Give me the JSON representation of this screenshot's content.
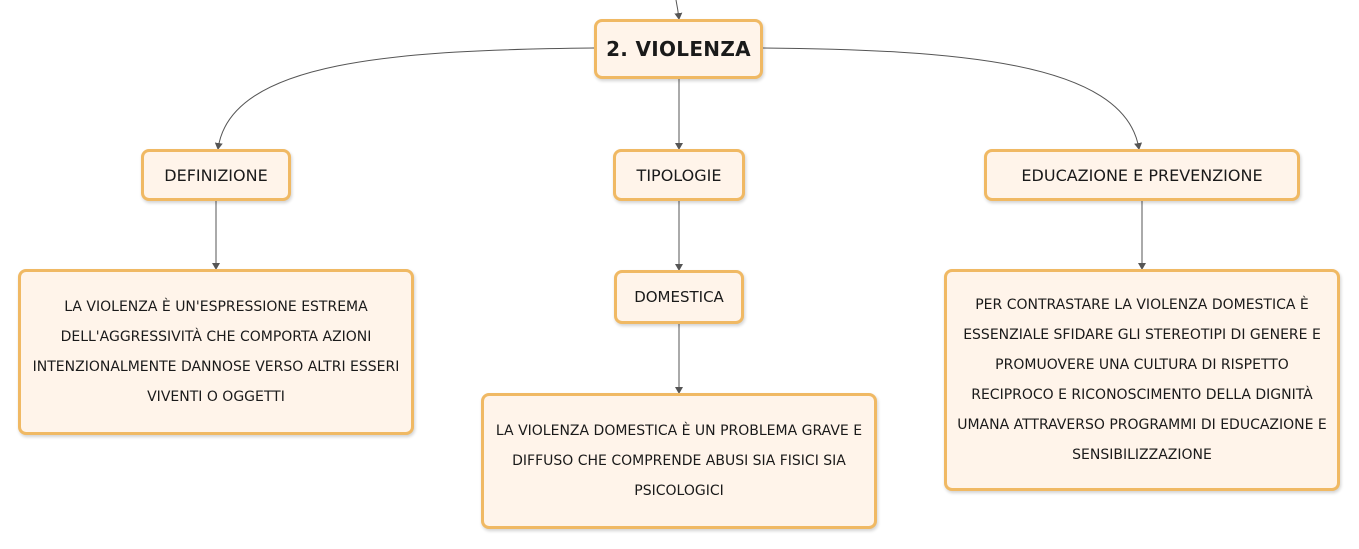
{
  "root": {
    "label": "2. VIOLENZA"
  },
  "categories": {
    "definizione": "DEFINIZIONE",
    "tipologie": "TIPOLOGIE",
    "educazione": "EDUCAZIONE E PREVENZIONE"
  },
  "subcategories": {
    "domestica": "DOMESTICA"
  },
  "details": {
    "definizione": "LA VIOLENZA È UN'ESPRESSIONE ESTREMA DELL'AGGRESSIVITÀ CHE COMPORTA AZIONI INTENZIONALMENTE DANNOSE VERSO ALTRI ESSERI VIVENTI O OGGETTI",
    "domestica": "LA VIOLENZA DOMESTICA È UN PROBLEMA GRAVE E DIFFUSO CHE COMPRENDE ABUSI SIA FISICI SIA PSICOLOGICI",
    "educazione": "PER CONTRASTARE LA VIOLENZA DOMESTICA È ESSENZIALE SFIDARE GLI STEREOTIPI DI GENERE E PROMUOVERE UNA CULTURA DI RISPETTO RECIPROCO E RICONOSCIMENTO DELLA DIGNITÀ UMANA ATTRAVERSO PROGRAMMI DI EDUCAZIONE E SENSIBILIZZAZIONE"
  },
  "colors": {
    "node_fill": "#fff4ea",
    "node_border": "#f0b964",
    "connector": "#555555",
    "text": "#1a1a1a"
  }
}
